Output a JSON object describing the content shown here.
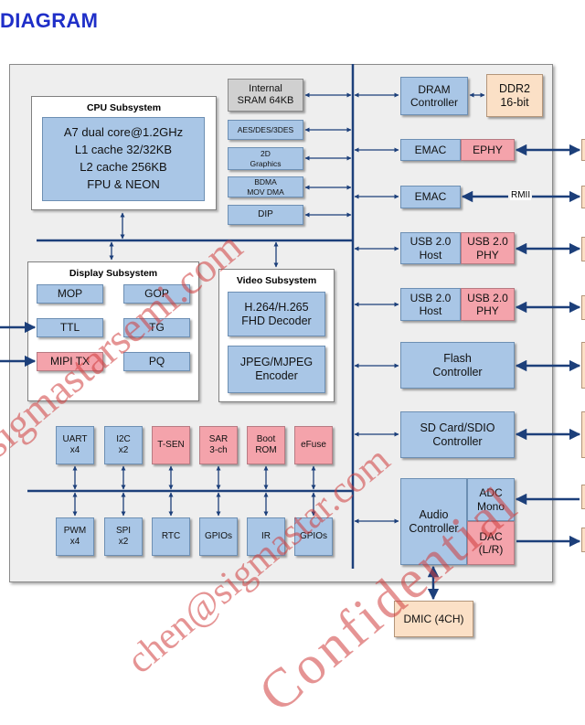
{
  "title": "DIAGRAM",
  "cpu": {
    "title": "CPU Subsystem",
    "text": "A7 dual core@1.2GHz\nL1 cache 32/32KB\nL2 cache 256KB\nFPU & NEON"
  },
  "misc_blocks": {
    "sram": "Internal\nSRAM 64KB",
    "aes": "AES/DES/3DES",
    "graphics": "2D\nGraphics",
    "bdma": "BDMA\nMOV DMA",
    "dip": "DIP"
  },
  "display": {
    "title": "Display Subsystem",
    "mop": "MOP",
    "gop": "GOP",
    "ttl": "TTL",
    "tg": "TG",
    "mipi": "MIPI TX",
    "pq": "PQ"
  },
  "video": {
    "title": "Video Subsystem",
    "decoder": "H.264/H.265\nFHD Decoder",
    "encoder": "JPEG/MJPEG\nEncoder"
  },
  "peripherals": {
    "uart": "UART\nx4",
    "i2c": "I2C\nx2",
    "tsen": "T-SEN",
    "sar": "SAR\n3-ch",
    "bootrom": "Boot\nROM",
    "efuse": "eFuse",
    "pwm": "PWM\nx4",
    "spi": "SPI\nx2",
    "rtc": "RTC",
    "gpios1": "GPIOs",
    "ir": "IR",
    "gpios2": "GPIOs"
  },
  "right": {
    "dram_ctrl": "DRAM\nController",
    "ddr2": "DDR2\n16-bit",
    "emac1": "EMAC",
    "ephy": "EPHY",
    "emac2": "EMAC",
    "rmii": "RMII",
    "usb1_host": "USB 2.0\nHost",
    "usb1_phy": "USB 2.0\nPHY",
    "usb2_host": "USB 2.0\nHost",
    "usb2_phy": "USB 2.0\nPHY",
    "flash": "Flash\nController",
    "sd": "SD Card/SDIO\nController",
    "audio": "Audio\nController",
    "adc": "ADC\nMono",
    "dac": "DAC\n(L/R)",
    "dmic": "DMIC (4CH)"
  },
  "watermark": {
    "line1": "sigmastarsemi.com",
    "line2": "chen@sigmastar.com",
    "line3": "Confidential"
  },
  "colors": {
    "title": "#1f2fc8",
    "bus": "#1c3f7a",
    "blue_block": "#a9c6e6",
    "pink_block": "#f4a3ab",
    "peach_block": "#fbe0c6",
    "watermark": "#d03c3c"
  }
}
